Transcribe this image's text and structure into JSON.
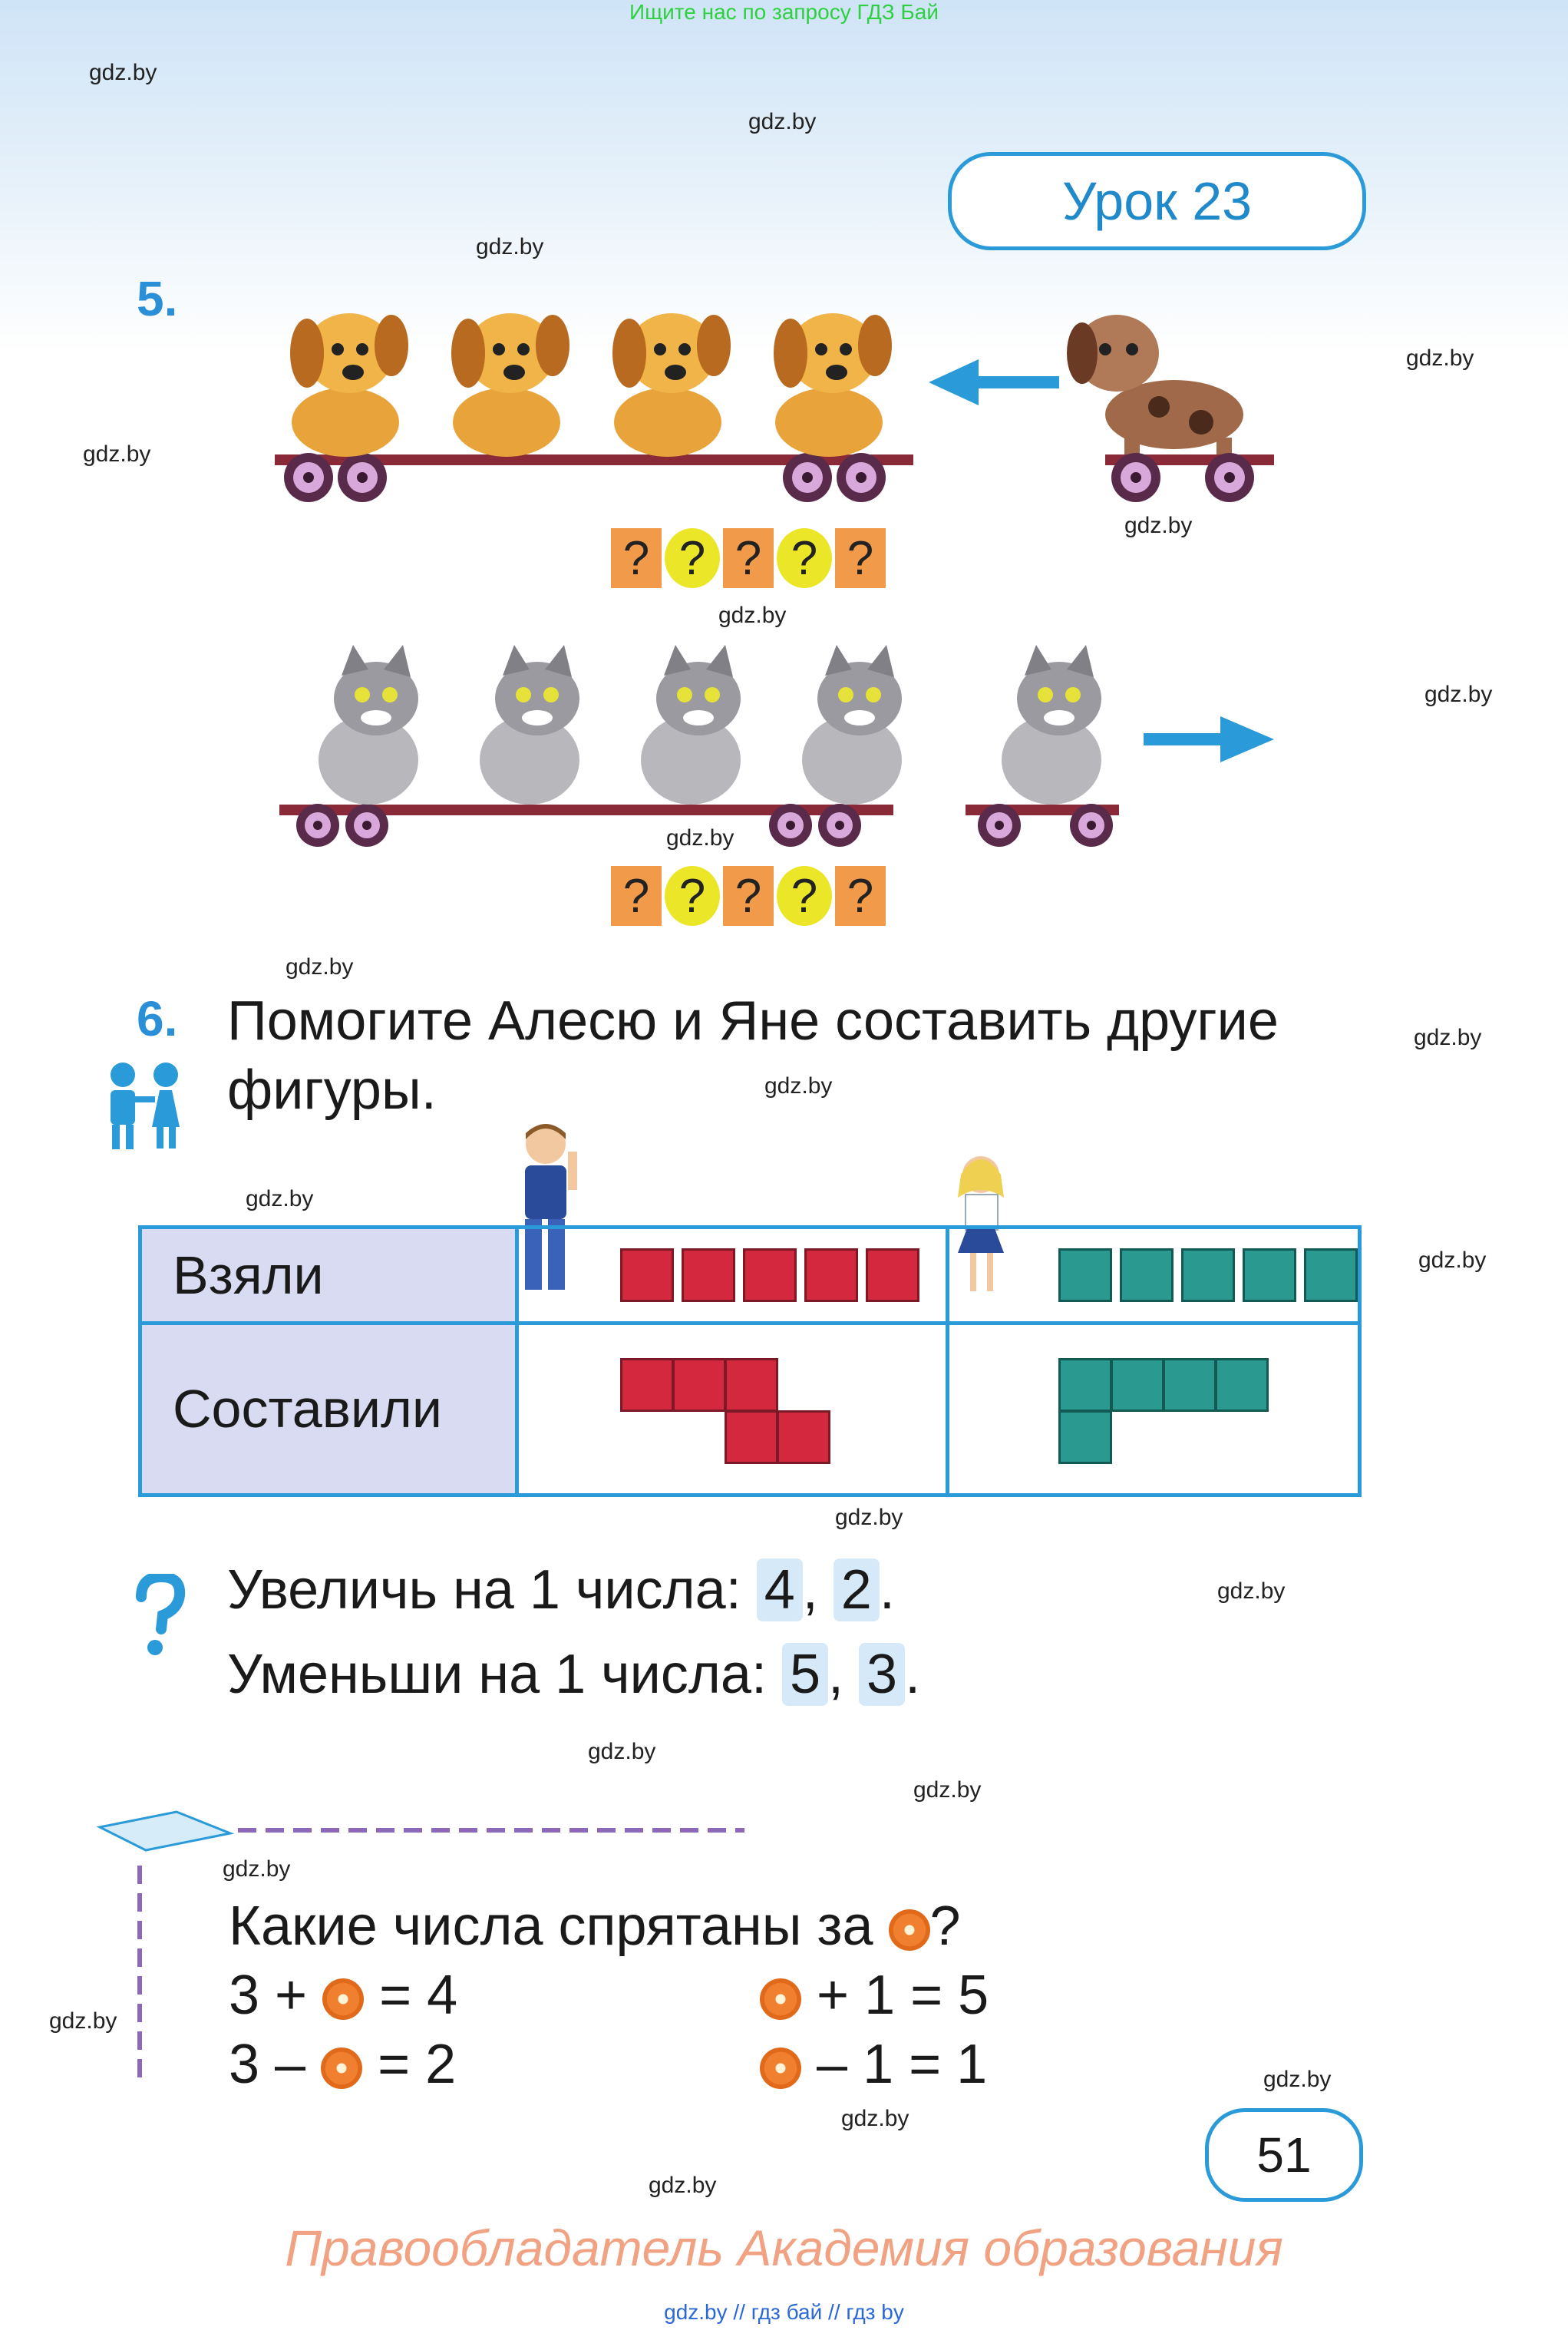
{
  "banner": "Ищите нас по запросу ГДЗ Бай",
  "watermark": "gdz.by",
  "lesson": "Урок 23",
  "task5": {
    "number": "5.",
    "marks_row1": [
      "?",
      "?",
      "?",
      "?",
      "?"
    ],
    "marks_row2": [
      "?",
      "?",
      "?",
      "?",
      "?"
    ]
  },
  "task6": {
    "number": "6.",
    "line1": "Помогите Алесю и Яне составить другие",
    "line2": "фигуры.",
    "row1_label": "Взяли",
    "row2_label": "Составили"
  },
  "question": {
    "increase_label": "Увеличь на 1 числа:",
    "increase_a": "4",
    "increase_b": "2",
    "decrease_label": "Уменьши на 1 числа:",
    "decrease_a": "5",
    "decrease_b": "3",
    "comma": ",",
    "dot": "."
  },
  "puzzle": {
    "title": "Какие числа спрятаны за",
    "title_end": "?",
    "eq1_left": "3 +",
    "eq1_right": "= 4",
    "eq2_right": "+ 1 = 5",
    "eq3_left": "3 –",
    "eq3_right": "= 2",
    "eq4_right": "– 1 = 1"
  },
  "page_number": "51",
  "footer": {
    "owner": "Правообладатель Академия образования",
    "links": "gdz.by  //  гдз бай  //  гдз by"
  },
  "colors": {
    "accent_blue": "#2a9ad8",
    "red_square": "#d4283f",
    "teal_square": "#2a9a90",
    "orange_box": "#f09a4a",
    "yellow_circle": "#ece628"
  }
}
